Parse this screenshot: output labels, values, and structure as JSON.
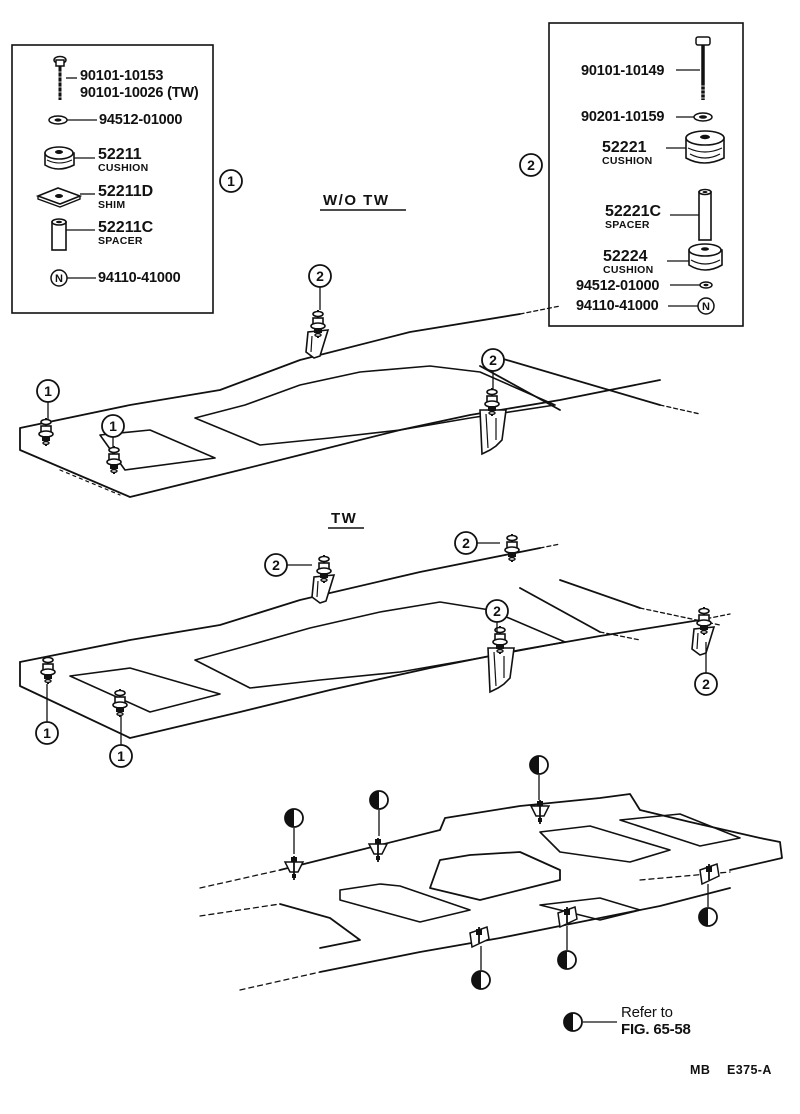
{
  "legend_left": {
    "callout": "1",
    "parts": [
      {
        "number": "90101-10153",
        "sub": "90101-10026 (TW)"
      },
      {
        "number": "94512-01000"
      },
      {
        "number": "52211",
        "name": "CUSHION"
      },
      {
        "number": "52211D",
        "name": "SHIM"
      },
      {
        "number": "52211C",
        "name": "SPACER"
      },
      {
        "number": "94110-41000",
        "marker": "N"
      }
    ]
  },
  "legend_right": {
    "callout": "2",
    "parts": [
      {
        "number": "90101-10149"
      },
      {
        "number": "90201-10159"
      },
      {
        "number": "52221",
        "name": "CUSHION"
      },
      {
        "number": "52221C",
        "name": "SPACER"
      },
      {
        "number": "52224",
        "name": "CUSHION"
      },
      {
        "number": "94512-01000"
      },
      {
        "number": "94110-41000",
        "marker": "N"
      }
    ]
  },
  "views": {
    "wo_tw": "W/O  TW",
    "tw": "TW"
  },
  "callouts": {
    "one": "1",
    "two": "2"
  },
  "footnote": {
    "line1": "Refer to",
    "line2": "FIG. 65-58"
  },
  "code": {
    "left": "MB",
    "right": "E375-A"
  },
  "icons": [
    "half-circle-icon",
    "n-circle-icon",
    "bolt-icon",
    "cushion-icon",
    "shim-icon",
    "spacer-icon",
    "washer-icon",
    "nut-icon"
  ]
}
